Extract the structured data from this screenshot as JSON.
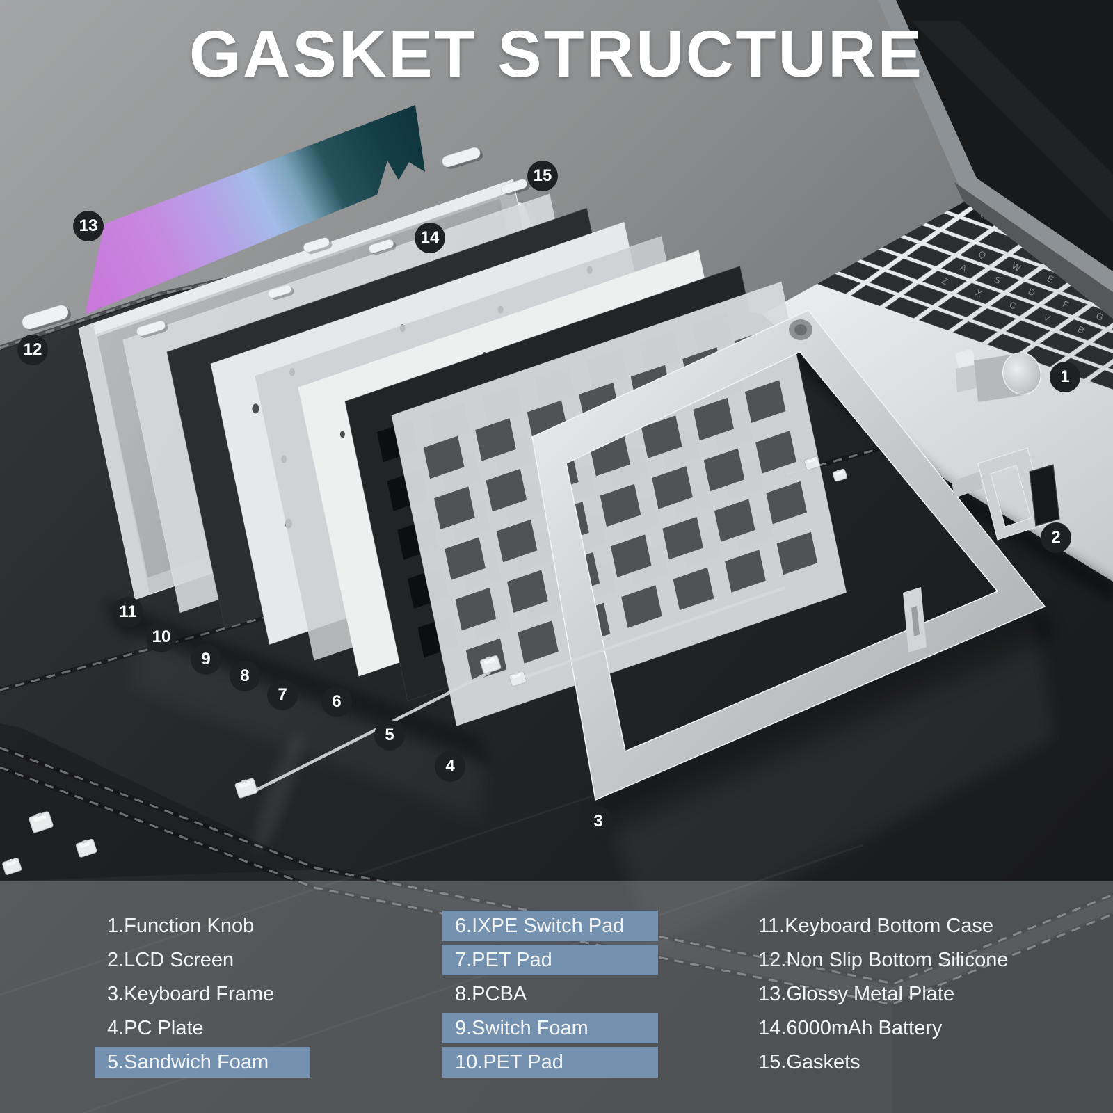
{
  "title": "GASKET STRUCTURE",
  "legend": {
    "columns": [
      {
        "items": [
          {
            "num": "1",
            "label": "Function Knob",
            "highlighted": false
          },
          {
            "num": "2",
            "label": "LCD Screen",
            "highlighted": false
          },
          {
            "num": "3",
            "label": "Keyboard Frame",
            "highlighted": false
          },
          {
            "num": "4",
            "label": "PC Plate",
            "highlighted": false
          },
          {
            "num": "5",
            "label": "Sandwich Foam",
            "highlighted": true
          }
        ]
      },
      {
        "items": [
          {
            "num": "6",
            "label": "IXPE Switch Pad",
            "highlighted": true
          },
          {
            "num": "7",
            "label": "PET Pad",
            "highlighted": true
          },
          {
            "num": "8",
            "label": "PCBA",
            "highlighted": false
          },
          {
            "num": "9",
            "label": "Switch Foam",
            "highlighted": true
          },
          {
            "num": "10",
            "label": "PET Pad",
            "highlighted": true
          }
        ]
      },
      {
        "items": [
          {
            "num": "11",
            "label": "Keyboard Bottom Case",
            "highlighted": false
          },
          {
            "num": "12",
            "label": "Non Slip Bottom Silicone",
            "highlighted": false
          },
          {
            "num": "13",
            "label": "Glossy Metal Plate",
            "highlighted": false
          },
          {
            "num": "14",
            "label": "6000mAh Battery",
            "highlighted": false
          },
          {
            "num": "15",
            "label": "Gaskets",
            "highlighted": false
          }
        ]
      }
    ]
  },
  "badges": [
    {
      "num": "1",
      "part": "Function Knob"
    },
    {
      "num": "2",
      "part": "LCD Screen"
    },
    {
      "num": "3",
      "part": "Keyboard Frame"
    },
    {
      "num": "4",
      "part": "PC Plate"
    },
    {
      "num": "5",
      "part": "Sandwich Foam"
    },
    {
      "num": "6",
      "part": "IXPE Switch Pad"
    },
    {
      "num": "7",
      "part": "PET Pad"
    },
    {
      "num": "8",
      "part": "PCBA"
    },
    {
      "num": "9",
      "part": "Switch Foam"
    },
    {
      "num": "10",
      "part": "PET Pad"
    },
    {
      "num": "11",
      "part": "Keyboard Bottom Case"
    },
    {
      "num": "12",
      "part": "Non Slip Bottom Silicone"
    },
    {
      "num": "13",
      "part": "Glossy Metal Plate"
    },
    {
      "num": "14",
      "part": "6000mAh Battery"
    },
    {
      "num": "15",
      "part": "Gaskets"
    }
  ],
  "colors": {
    "highlight": "#7492b0",
    "badge_bg": "#1e2022",
    "text": "#f3f4f4",
    "title": "#ffffff",
    "mat": "#232527",
    "desk": "#8e9092",
    "plate_gradient": [
      "#c979da",
      "#b3a5e7",
      "#a3bce8",
      "#27535c",
      "#0e343c"
    ]
  }
}
